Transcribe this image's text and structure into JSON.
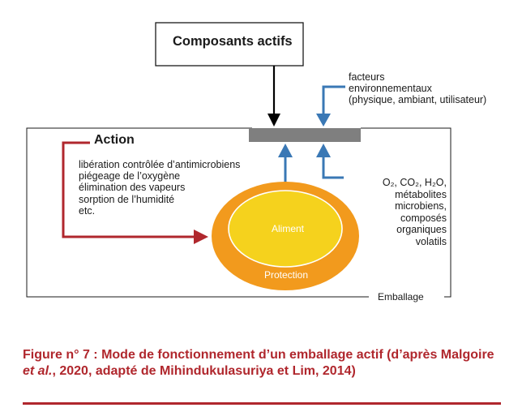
{
  "diagram": {
    "components_title": "Composants actifs",
    "action_title": "Action",
    "action_items": [
      "libération contrôlée d’antimicrobiens",
      "piégeage de l’oxygène",
      "élimination des vapeurs",
      "sorption de l’humidité",
      "etc."
    ],
    "environmental_factors": [
      "facteurs",
      "environnementaux",
      "(physique, ambiant, utilisateur)"
    ],
    "emissions": [
      "O₂, CO₂, H₂O,",
      "métabolites",
      "microbiens,",
      "composés",
      "organiques",
      "volatils"
    ],
    "food_label": "Aliment",
    "protection_label": "Protection",
    "packaging_label": "Emballage"
  },
  "caption": {
    "part1": "Figure n° 7 : Mode de fonctionnement d’un emballage actif (d’après Malgoire ",
    "emphasis": "et al.",
    "part2": ", 2020, adapté de Mihindukulasuriya et Lim, 2014)"
  },
  "colors": {
    "action_arrow": "#b0272d",
    "blue_arrow": "#3a78b5",
    "protection": "#f29a1d",
    "food": "#f5d21d",
    "bar": "#7f7f7f"
  }
}
